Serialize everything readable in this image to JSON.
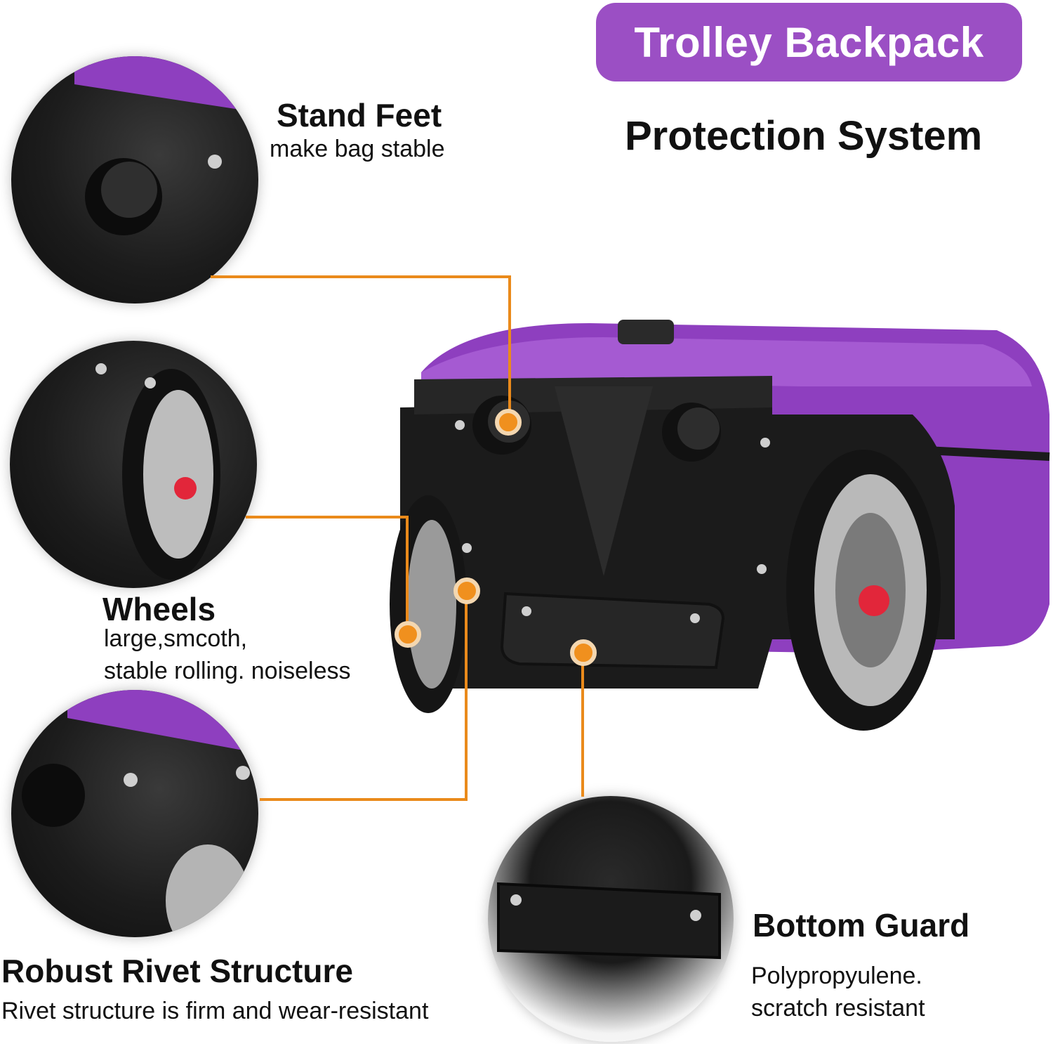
{
  "header": {
    "badge": "Trolley Backpack",
    "subtitle": "Protection System"
  },
  "features": {
    "stand_feet": {
      "title": "Stand Feet",
      "desc": "make bag stable"
    },
    "wheels": {
      "title": "Wheels",
      "desc1": "large,smcoth,",
      "desc2": "stable rolling. noiseless"
    },
    "rivet": {
      "title": "Robust Rivet Structure",
      "desc": "Rivet structure is firm and wear-resistant"
    },
    "guard": {
      "title": "Bottom Guard",
      "desc1": "Polypropyulene.",
      "desc2": "scratch resistant"
    }
  },
  "colors": {
    "accent": "#9b4fc4",
    "callout_line": "#ea8a1b",
    "bag_purple": "#8e3fbf"
  }
}
